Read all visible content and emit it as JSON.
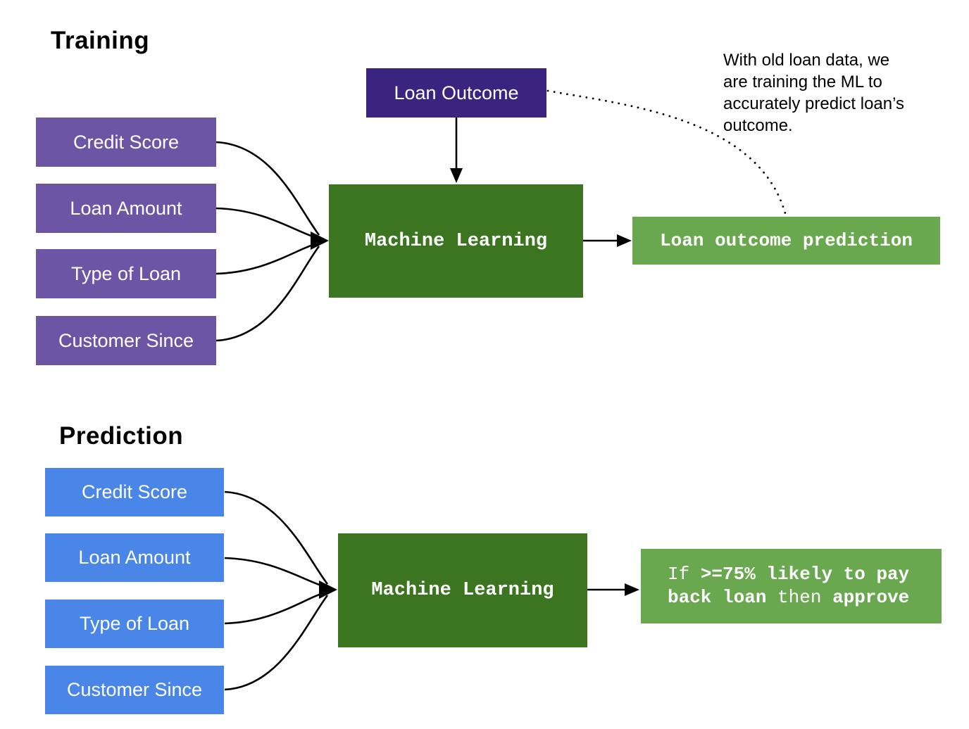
{
  "colors": {
    "purple": "#6d55a5",
    "indigo": "#3a2480",
    "dark_green": "#3c7520",
    "light_green": "#6aa84f",
    "blue": "#4a86e8",
    "line": "#000000",
    "text_on_box": "#ffffff"
  },
  "training": {
    "heading": "Training",
    "inputs": [
      "Credit Score",
      "Loan Amount",
      "Type of Loan",
      "Customer Since"
    ],
    "label_box": "Loan Outcome",
    "ml_box": "Machine Learning",
    "output_box": "Loan outcome prediction",
    "annotation_lines": [
      "With old loan data, we",
      "are training the ML to",
      "accurately predict loan’s",
      "outcome."
    ]
  },
  "prediction": {
    "heading": "Prediction",
    "inputs": [
      "Credit Score",
      "Loan Amount",
      "Type of Loan",
      "Customer Since"
    ],
    "ml_box": "Machine Learning",
    "output": {
      "if_kw": "If ",
      "condition": ">=75% likely to pay back loan",
      "then_kw": " then ",
      "action": "approve"
    }
  }
}
